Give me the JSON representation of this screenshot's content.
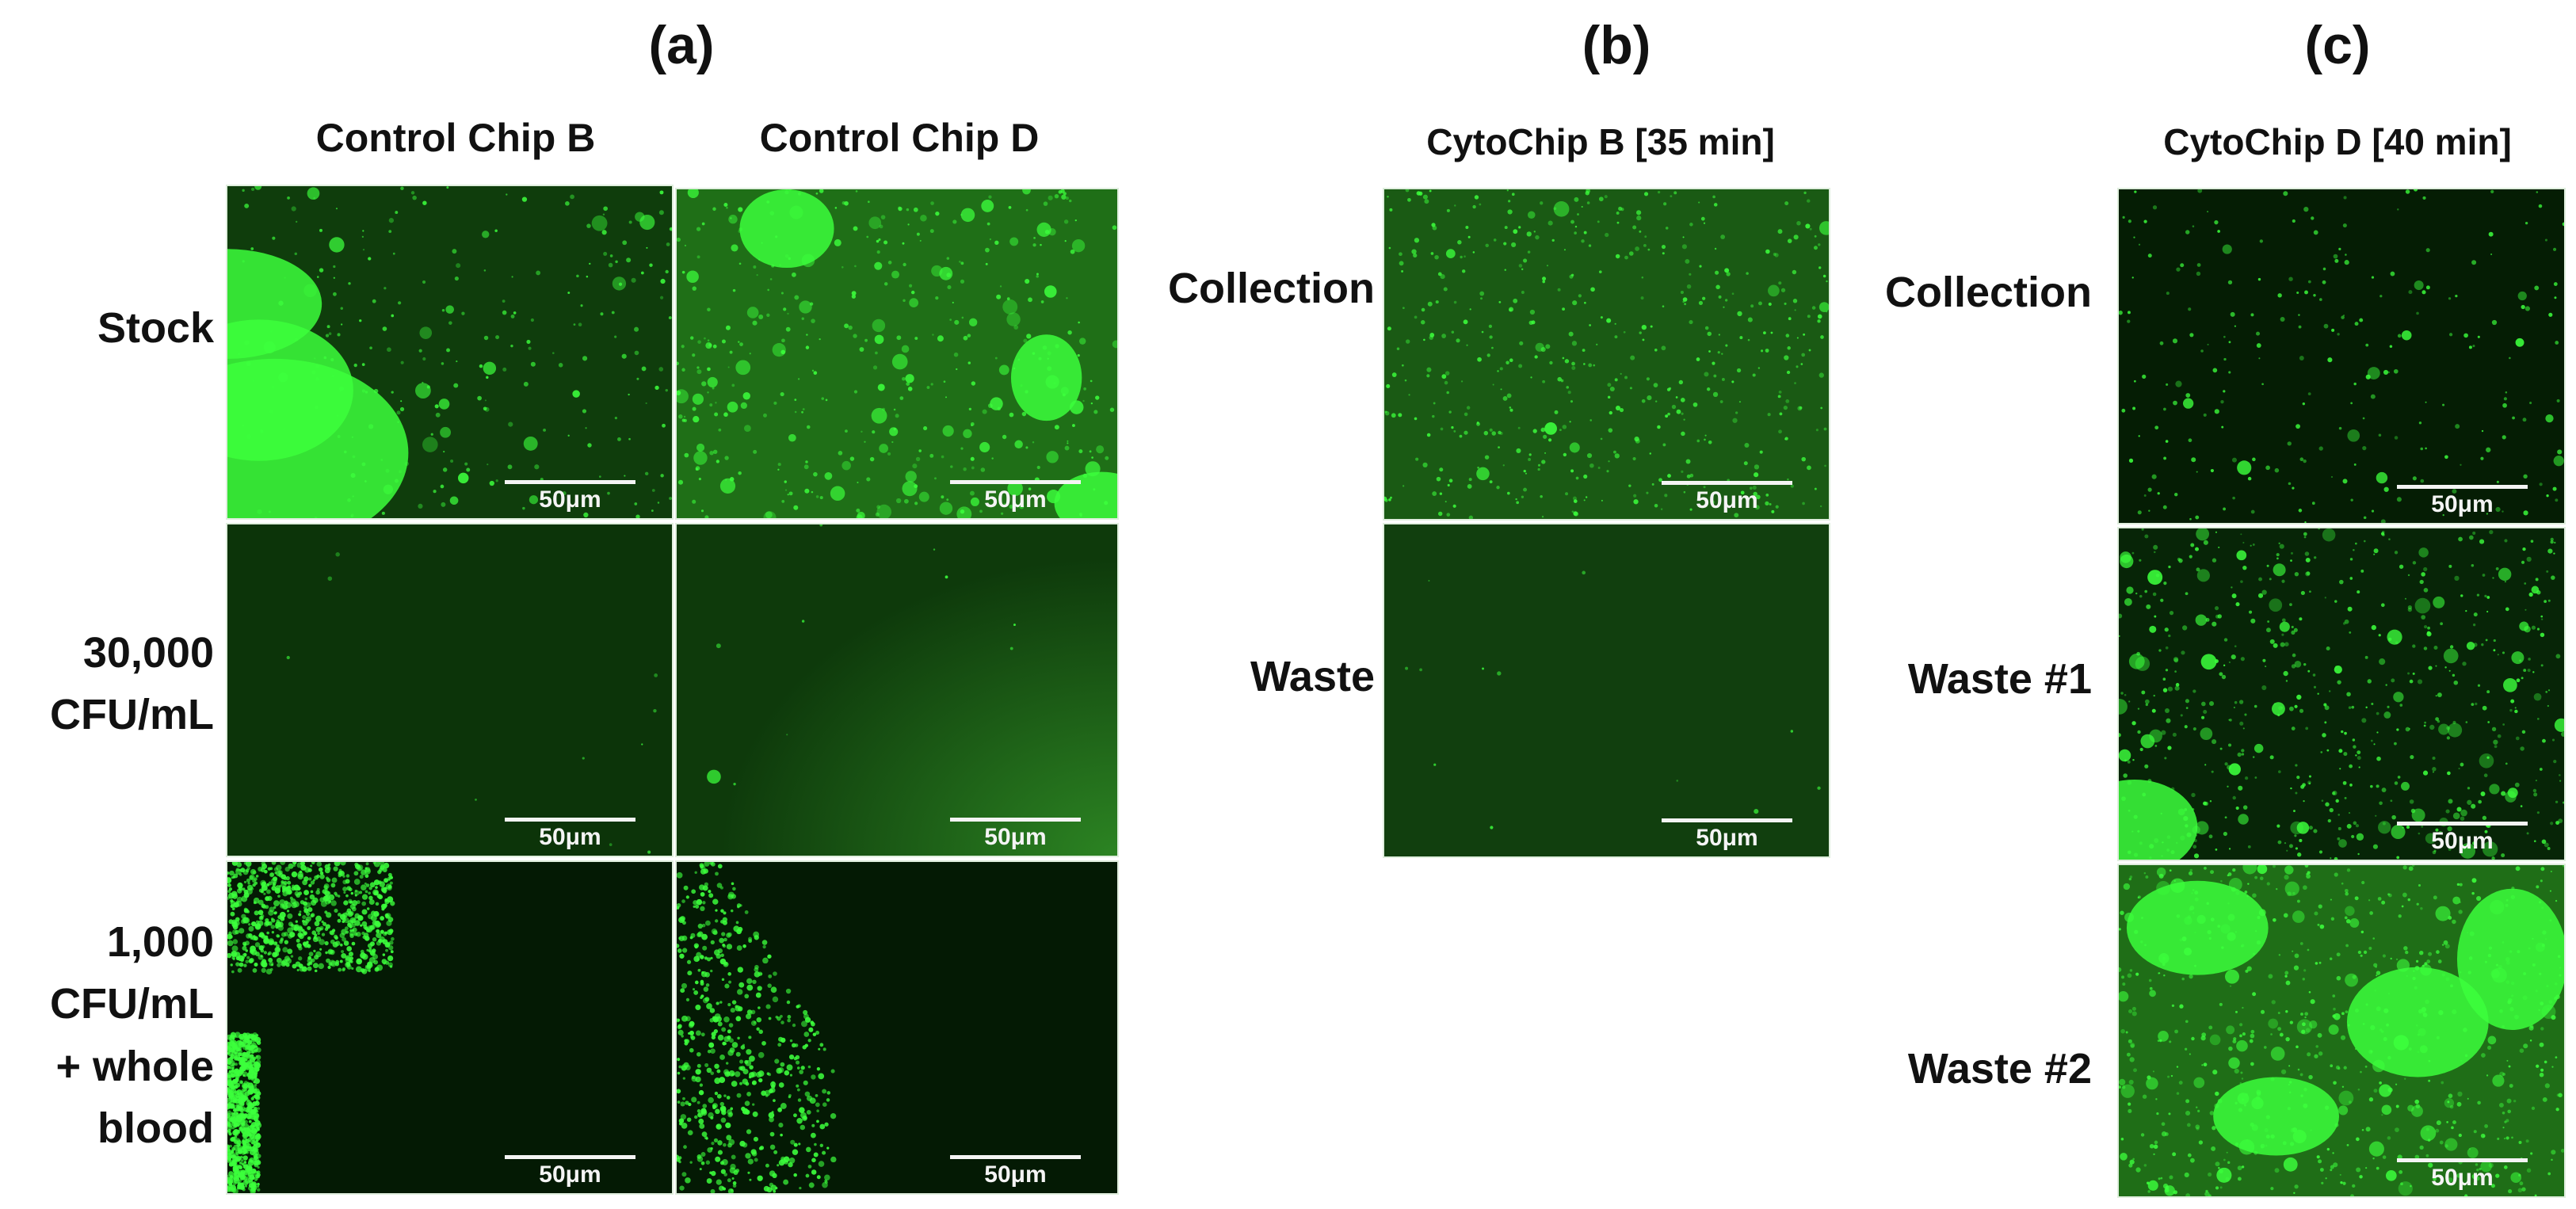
{
  "panels": {
    "a": {
      "label": "(a)",
      "columns": [
        "Control Chip B",
        "Control Chip D"
      ],
      "rows": [
        "Stock",
        "30,000\nCFU/mL",
        "1,000\nCFU/mL\n+ whole\nblood"
      ]
    },
    "b": {
      "label": "(b)",
      "columns": [
        "CytoChip B [35 min]"
      ],
      "rows": [
        "Collection",
        "Waste"
      ]
    },
    "c": {
      "label": "(c)",
      "columns": [
        "CytoChip D [40 min]"
      ],
      "rows": [
        "Collection",
        "Waste #1",
        "Waste #2"
      ]
    }
  },
  "scale_bar_label": "50μm",
  "colors": {
    "fluorescence": "#3cff3c",
    "background_dark": "#0a2a08",
    "background_mid": "#1f5a1a"
  }
}
